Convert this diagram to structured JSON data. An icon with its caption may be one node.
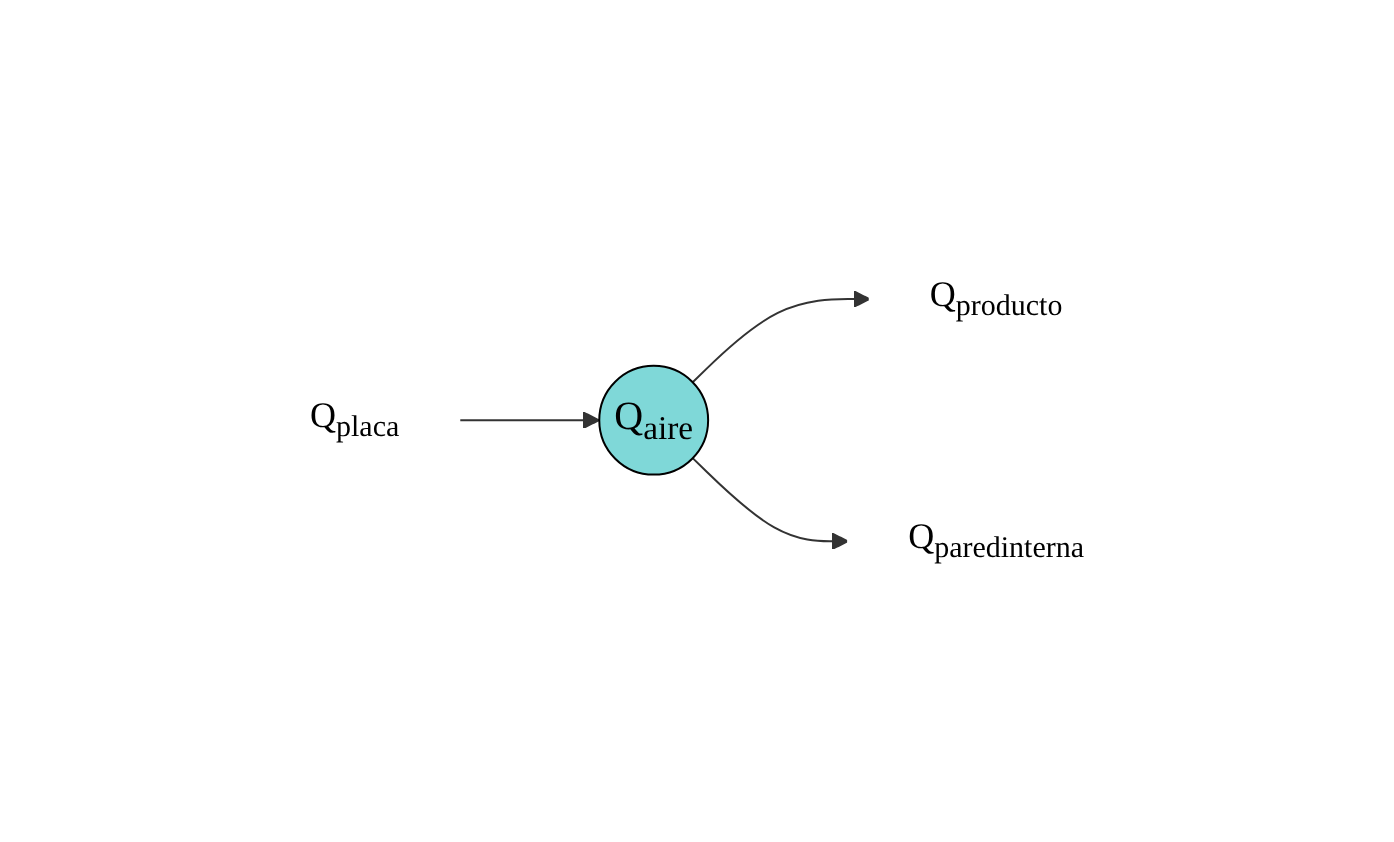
{
  "diagram": {
    "nodes": [
      {
        "text": [
          "Q$_{aire}$"
        ]
      },
      {
        "text": [
          "Q$_{producto}$"
        ]
      },
      {
        "text": [
          "Q$_{paredinterna}$"
        ]
      },
      {
        "text": [
          "Q$_{placa}$"
        ]
      }
    ],
    "edges": [
      {
        "from": 0,
        "to": 1,
        "arrow": "to"
      },
      {
        "from": 0,
        "to": 2,
        "arrow": "to"
      },
      {
        "from": 3,
        "to": 0,
        "arrow": "to"
      }
    ]
  }
}
